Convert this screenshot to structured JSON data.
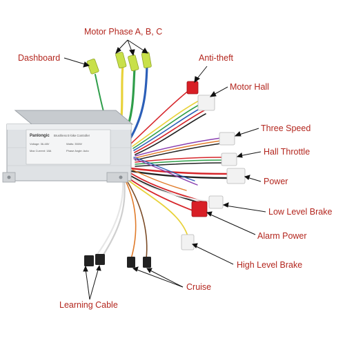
{
  "labels": {
    "motor_phase": "Motor Phase A, B, C",
    "dashboard": "Dashboard",
    "anti_theft": "Anti-theft",
    "motor_hall": "Motor Hall",
    "three_speed": "Three Speed",
    "hall_throttle": "Hall Throttle",
    "power": "Power",
    "low_level_brake": "Low Level Brake",
    "alarm_power": "Alarm Power",
    "high_level_brake": "High Level Brake",
    "cruise": "Cruise",
    "learning_cable": "Learning Cable"
  },
  "controller": {
    "brand": "Panlongic",
    "model": "Brushless E-bike Controller",
    "spec_1": "Voltage: 36-48V",
    "spec_2": "Watts: 350W",
    "spec_3": "Max Current: 18A",
    "spec_4": "Phase Angle: Auto"
  },
  "colors": {
    "label_text": "#b3261e",
    "housing": "#d9dcdf",
    "connector_green": "#c8e04a",
    "connector_red": "#d81f26",
    "connector_white": "#f2f2f2",
    "wire_yellow": "#e8d23a",
    "wire_green": "#2f9e4a",
    "wire_blue": "#2c5fb8",
    "wire_red": "#d6262b",
    "wire_black": "#222222",
    "wire_white": "#e6e6e6",
    "wire_orange": "#e07b2a",
    "wire_purple": "#8a3fb0",
    "wire_brown": "#7a4a25",
    "wire_gray": "#9a9a9a"
  }
}
